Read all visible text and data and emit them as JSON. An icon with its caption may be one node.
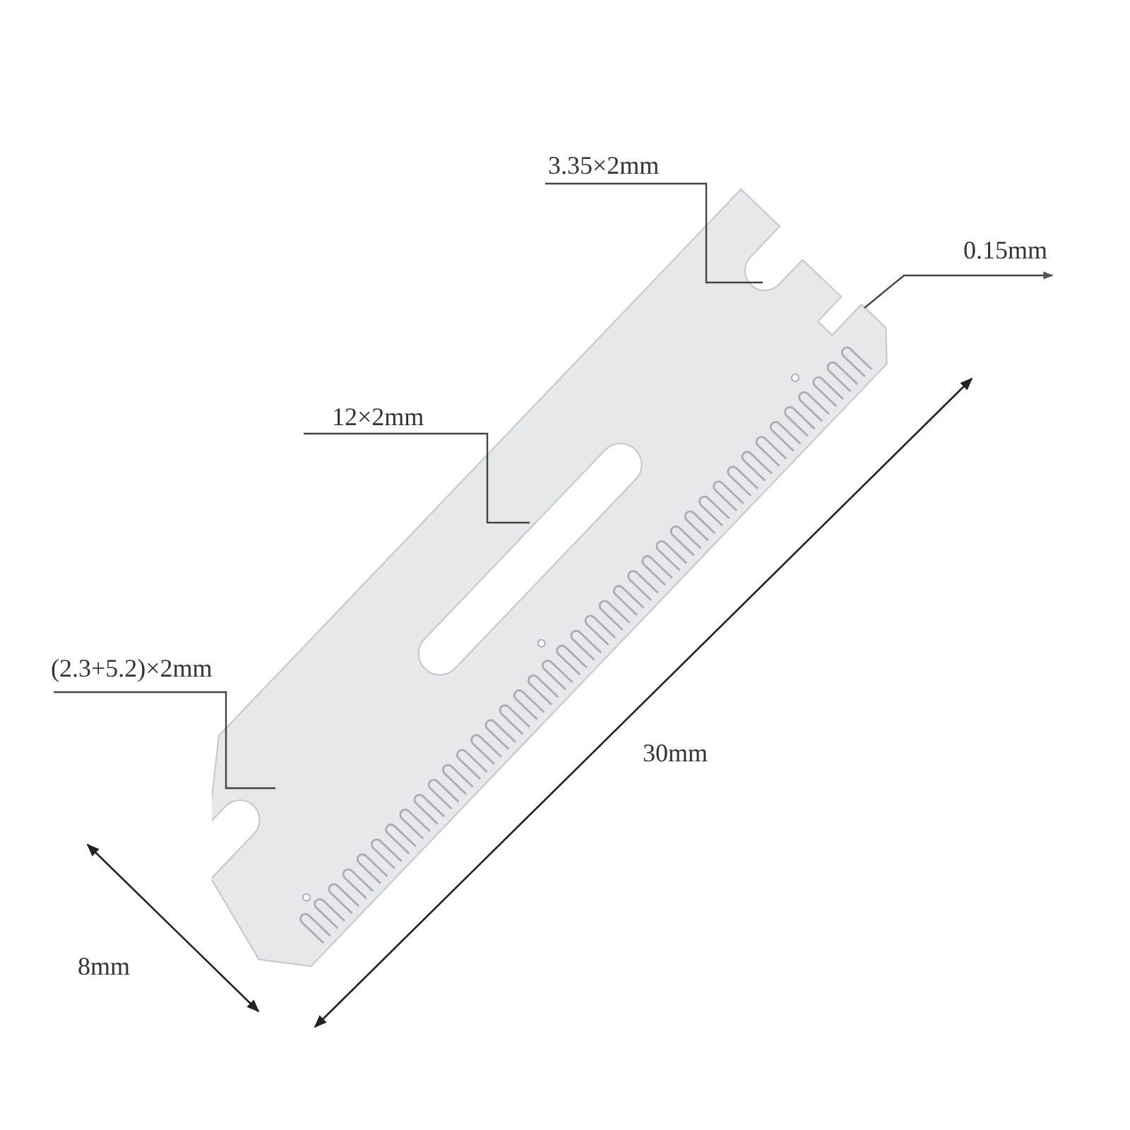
{
  "diagram": {
    "nodes": [
      {
        "text": [
          "3.35×2mm"
        ]
      },
      {
        "text": [
          "0.15mm"
        ]
      },
      {
        "text": [
          "12×2mm"
        ]
      },
      {
        "text": [
          "(2.3+5.2)×2mm"
        ]
      },
      {
        "text": [],
        "shape": "picture"
      }
    ],
    "edges": [
      {
        "from": 0,
        "to": 4,
        "arrow": "none"
      },
      {
        "from": 4,
        "to": 1,
        "arrow": "to"
      },
      {
        "from": 2,
        "to": 4,
        "arrow": "none"
      },
      {
        "from": 3,
        "to": 4,
        "arrow": "none"
      }
    ],
    "labels": [
      "30mm",
      "8mm"
    ]
  }
}
